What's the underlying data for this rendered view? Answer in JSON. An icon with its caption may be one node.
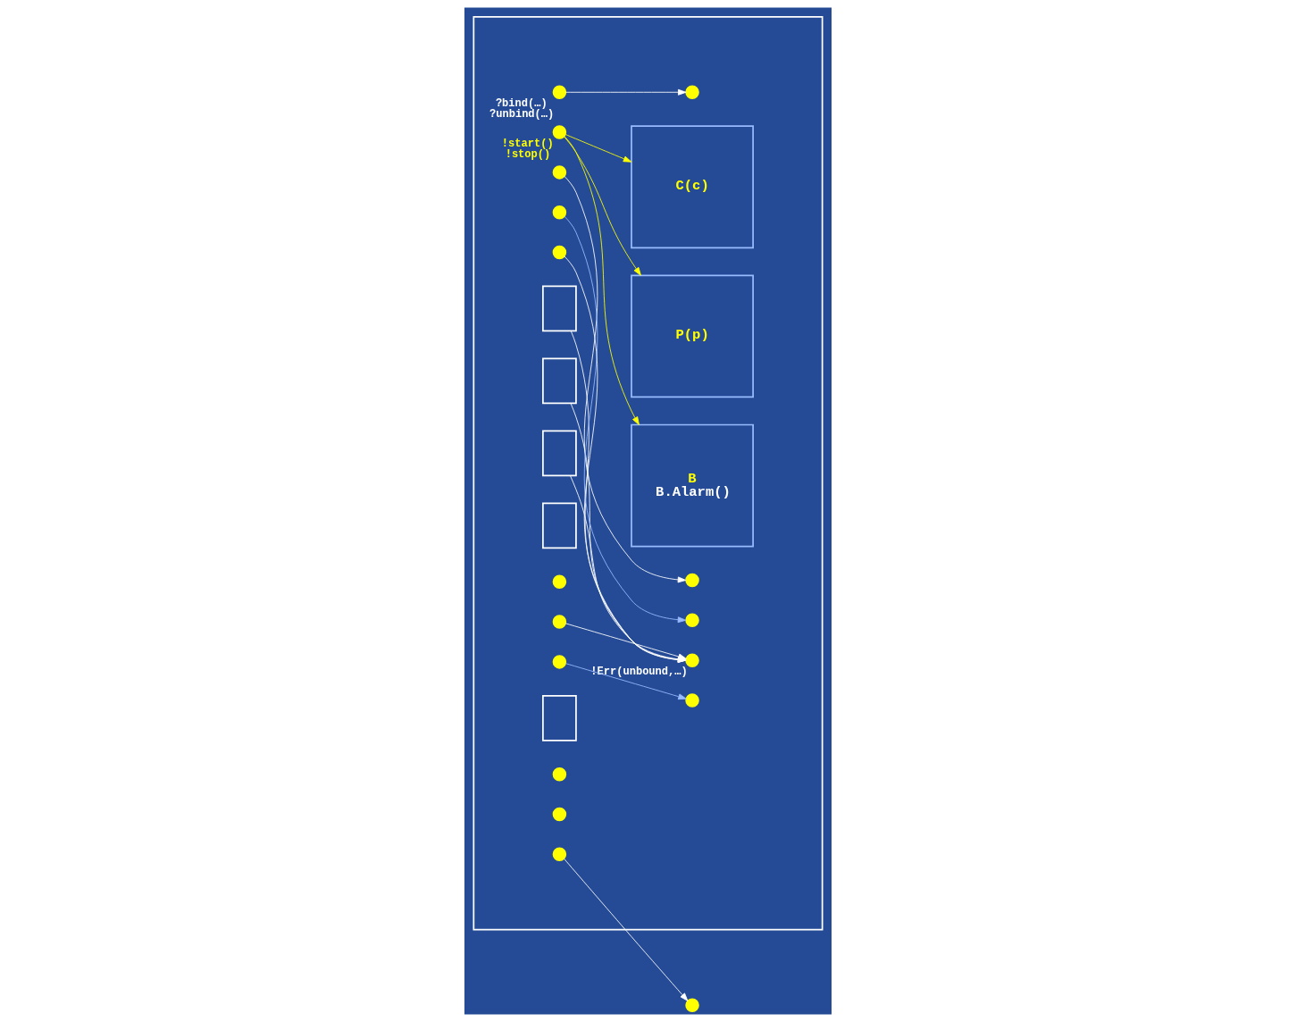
{
  "diagram": {
    "nodes": [
      {
        "text": [],
        "shape": "box"
      },
      {
        "text": [],
        "shape": "circle",
        "in": 0,
        "beside": [
          "?bind(…)",
          "?unbind(…)"
        ]
      },
      {
        "text": [],
        "shape": "circle",
        "in": 0,
        "beside": [
          "!start()",
          "!stop()"
        ]
      },
      {
        "text": [
          "P(p)"
        ],
        "in": 0
      },
      {
        "text": [],
        "shape": "box",
        "in": 0
      },
      {
        "text": [],
        "shape": "circle",
        "in": 0
      },
      {
        "text": [
          "C(c)"
        ],
        "in": 0
      },
      {
        "text": [],
        "shape": "box",
        "in": 0
      },
      {
        "text": [],
        "shape": "circle",
        "in": 0
      },
      {
        "text": [],
        "shape": "box",
        "in": 0
      },
      {
        "text": [],
        "shape": "circle",
        "in": 0
      },
      {
        "text": [
          "B",
          "B.Alarm()"
        ],
        "in": 0
      },
      {
        "text": [],
        "shape": "circle",
        "in": 0
      },
      {
        "text": [],
        "shape": "circle",
        "in": 0
      },
      {
        "text": [],
        "shape": "circle",
        "in": 0
      },
      {
        "text": [],
        "shape": "box",
        "in": 0
      },
      {
        "text": [],
        "shape": "circle",
        "in": 0
      },
      {
        "text": [],
        "shape": "circle",
        "in": 0
      },
      {
        "text": [],
        "shape": "circle",
        "in": 0
      },
      {
        "text": [],
        "shape": "box",
        "in": 0
      },
      {
        "text": [],
        "shape": "circle",
        "in": 0
      },
      {
        "text": [],
        "shape": "circle",
        "in": 0
      },
      {
        "text": [],
        "shape": "circle",
        "in": 0
      },
      {
        "text": [],
        "shape": "circle",
        "in": 0
      },
      {
        "text": [],
        "shape": "circle",
        "in": 0,
        "beside": [
          "!Err(unbound,…)"
        ]
      },
      {
        "text": [],
        "shape": "circle"
      }
    ],
    "edges": [
      {
        "from": 1,
        "to": 20,
        "arrow": "to"
      },
      {
        "from": 2,
        "to": 3,
        "arrow": "to",
        "color": "#ffff00"
      },
      {
        "from": 2,
        "to": 6,
        "arrow": "to",
        "color": "#ffff00"
      },
      {
        "from": 2,
        "to": 11,
        "arrow": "to",
        "color": "#ffff00"
      },
      {
        "from": 5,
        "to": 12,
        "arrow": "to"
      },
      {
        "from": 8,
        "to": 13,
        "arrow": "to",
        "color": "#99bbff"
      },
      {
        "from": 14,
        "to": 10,
        "arrow": "to",
        "color": "#99bbff"
      },
      {
        "from": 17,
        "to": 25,
        "arrow": "to"
      },
      {
        "from": 18,
        "to": 24,
        "arrow": "to"
      },
      {
        "from": 23,
        "to": 24,
        "arrow": "to"
      },
      {
        "from": 4,
        "to": 24,
        "arrow": "to"
      },
      {
        "from": 7,
        "to": 24,
        "arrow": "to"
      },
      {
        "from": 9,
        "to": 24,
        "arrow": "to"
      }
    ]
  }
}
